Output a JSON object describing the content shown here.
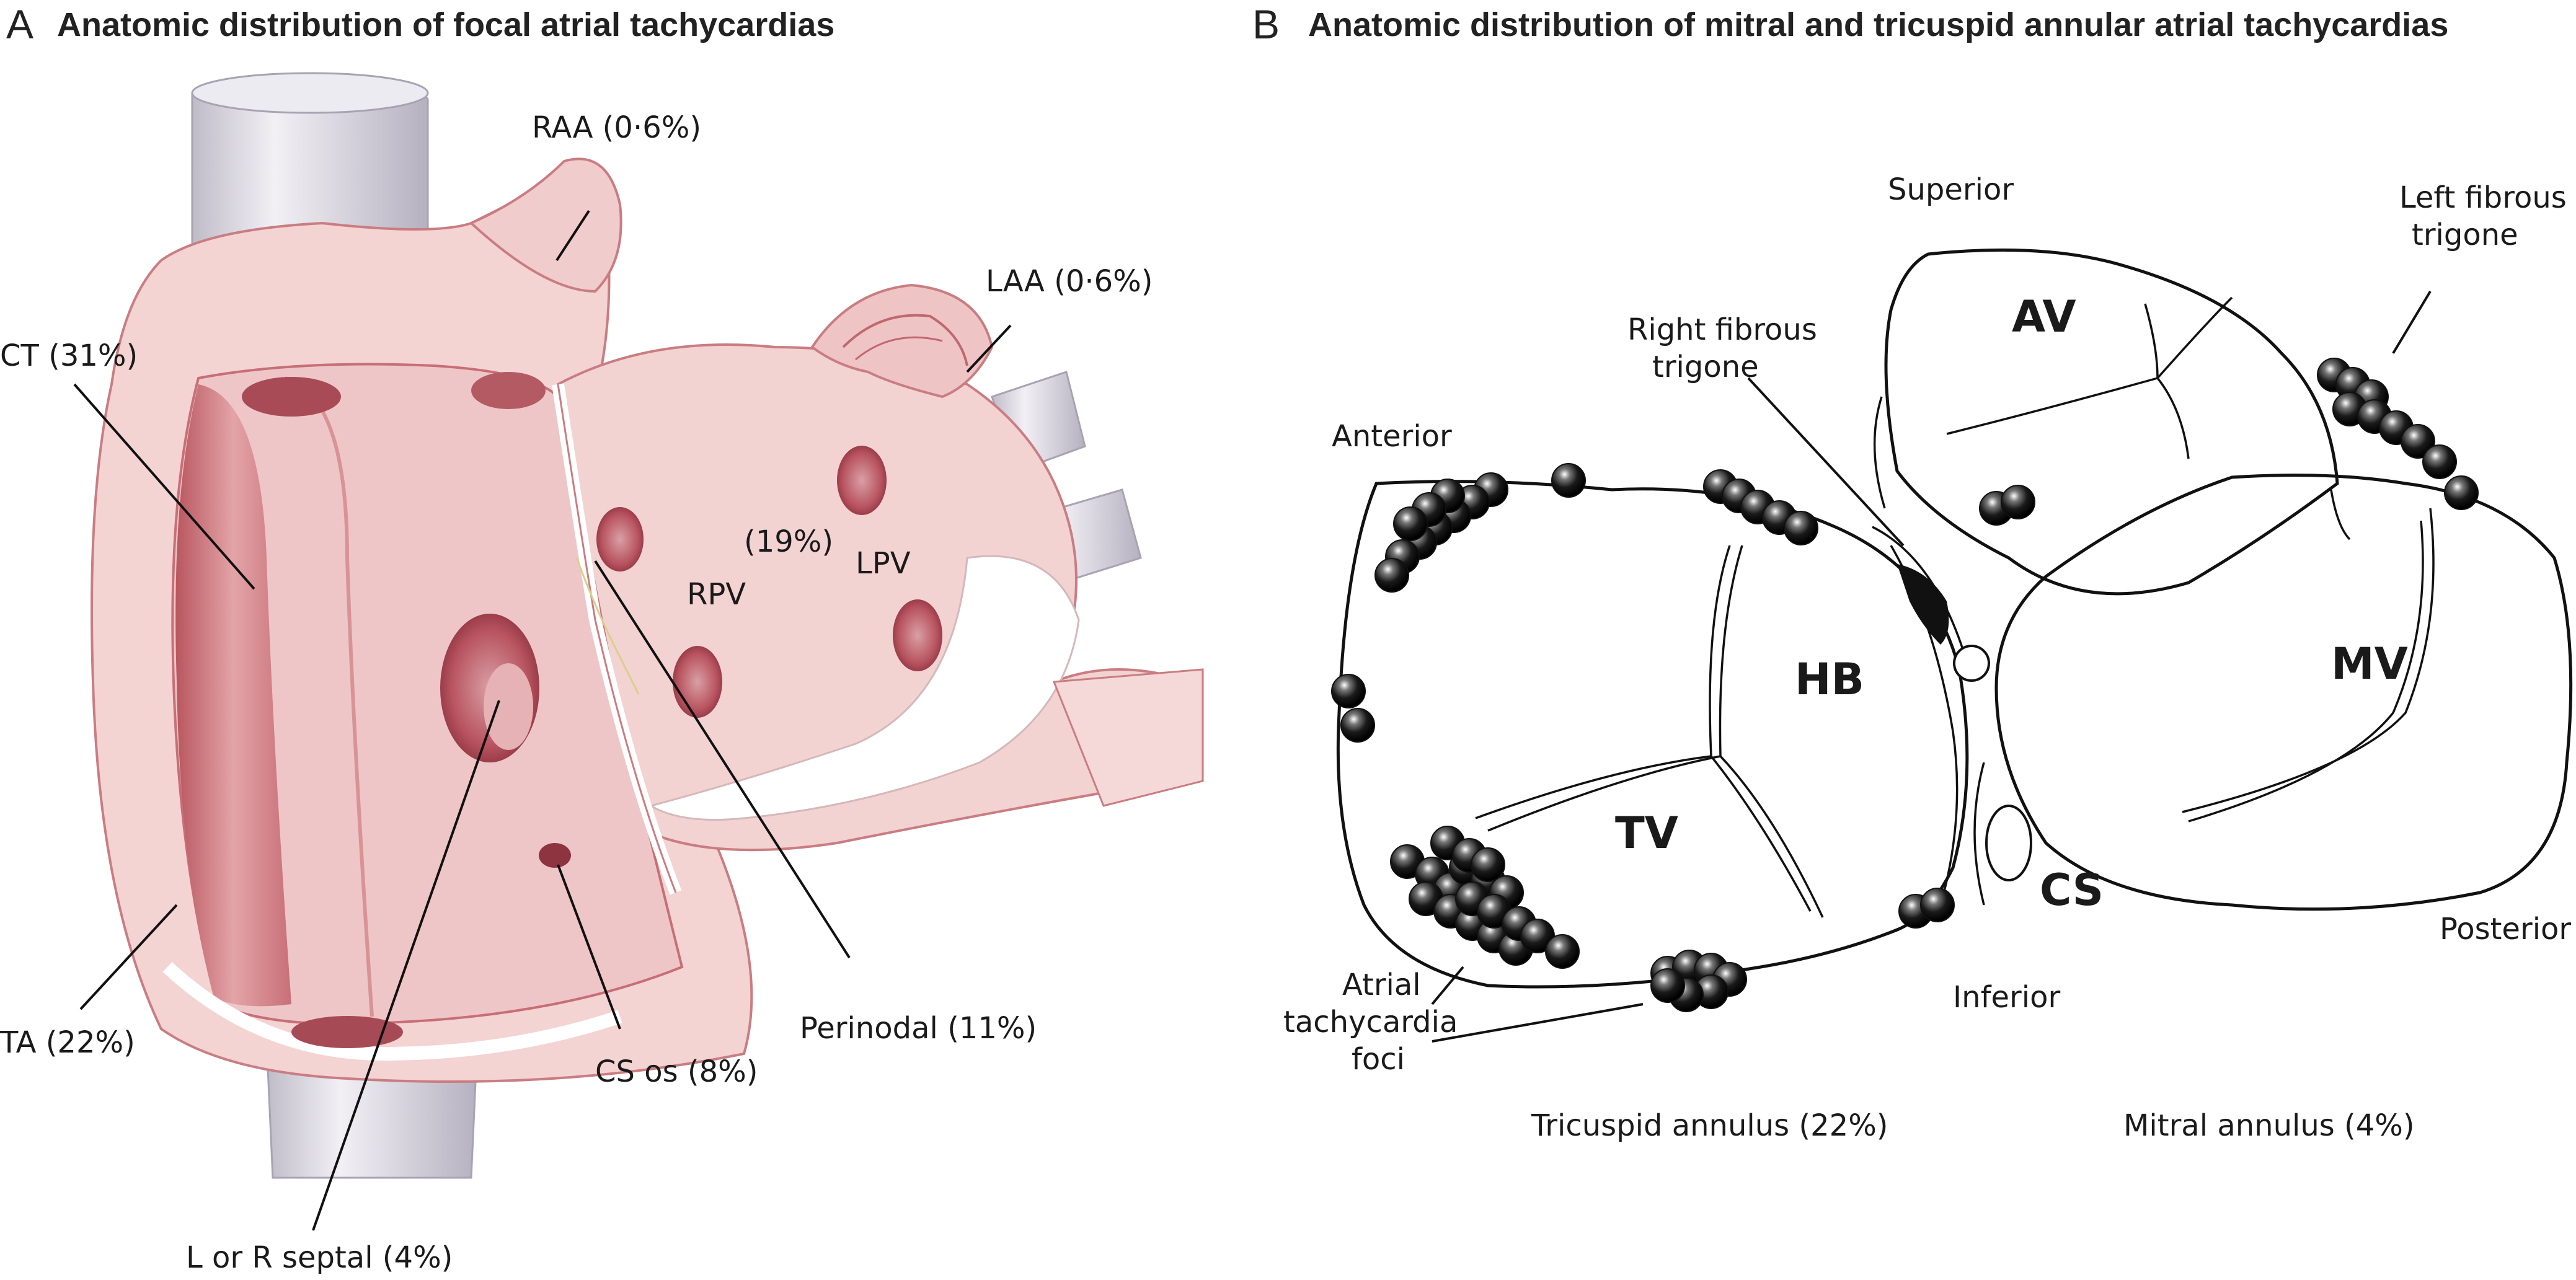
{
  "panel_a": {
    "letter": "A",
    "title": "Anatomic distribution of focal atrial tachycardias",
    "labels": {
      "raa": "RAA (0·6%)",
      "laa": "LAA (0·6%)",
      "ct": "CT (31%)",
      "pv_pct": "(19%)",
      "rpv": "RPV",
      "lpv": "LPV",
      "ta": "TA (22%)",
      "perinodal": "Perinodal (11%)",
      "cs_os": "CS os (8%)",
      "septal": "L or R septal (4%)"
    }
  },
  "panel_b": {
    "letter": "B",
    "title": "Anatomic distribution of mitral and tricuspid annular atrial tachycardias",
    "labels": {
      "superior": "Superior",
      "left_fibrous_1": "Left fibrous",
      "left_fibrous_2": "trigone",
      "right_fibrous_1": "Right fibrous",
      "right_fibrous_2": "trigone",
      "anterior": "Anterior",
      "av": "AV",
      "hb": "HB",
      "mv": "MV",
      "tv": "TV",
      "cs": "CS",
      "posterior": "Posterior",
      "inferior": "Inferior",
      "foci_1": "Atrial",
      "foci_2": "tachycardia",
      "foci_3": "foci",
      "tricuspid": "Tricuspid annulus (22%)",
      "mitral": "Mitral annulus (4%)"
    }
  },
  "colors": {
    "tissue_light": "#f7dede",
    "tissue_mid": "#eab7b7",
    "tissue_dark": "#c56c72",
    "vessel": "#d9d6df",
    "focus": "#111111"
  }
}
